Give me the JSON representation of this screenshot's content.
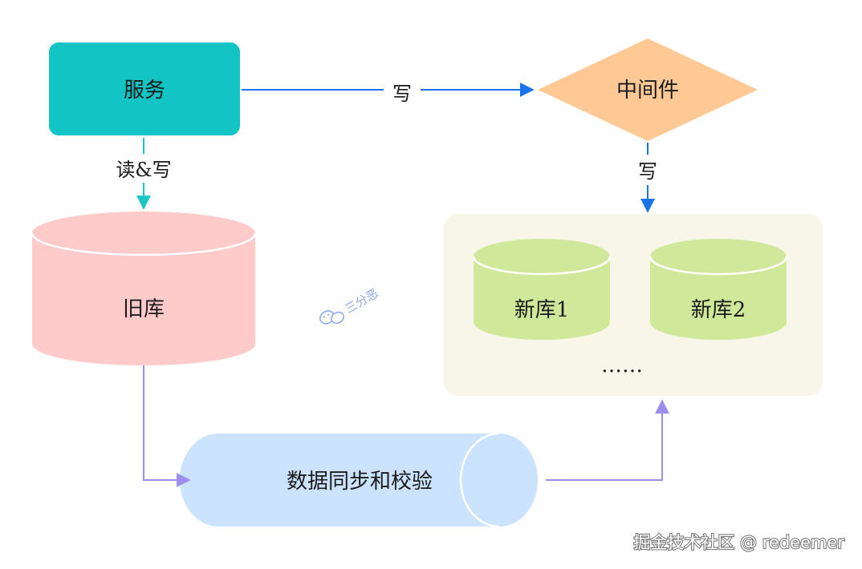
{
  "nodes": {
    "service": "服务",
    "middleware": "中间件",
    "old_db": "旧库",
    "new_db_1": "新库1",
    "new_db_2": "新库2",
    "more": "……",
    "sync": "数据同步和校验"
  },
  "edges": {
    "service_to_middleware": "写",
    "service_to_old_db": "读&写",
    "middleware_to_new_dbs": "写"
  },
  "watermark": {
    "center": "三分恶",
    "footer": "掘金技术社区 @ redeemer"
  },
  "colors": {
    "service_fill": "#12c4c4",
    "middleware_fill": "#ffc996",
    "old_db_fill": "#ffcaca",
    "new_db_fill": "#cfe89a",
    "new_group_fill": "#f7f6e9",
    "sync_fill": "#cce3fd",
    "arrow_blue": "#1a73e8",
    "arrow_teal": "#19c6c6",
    "arrow_purple": "#9b8ef0"
  }
}
